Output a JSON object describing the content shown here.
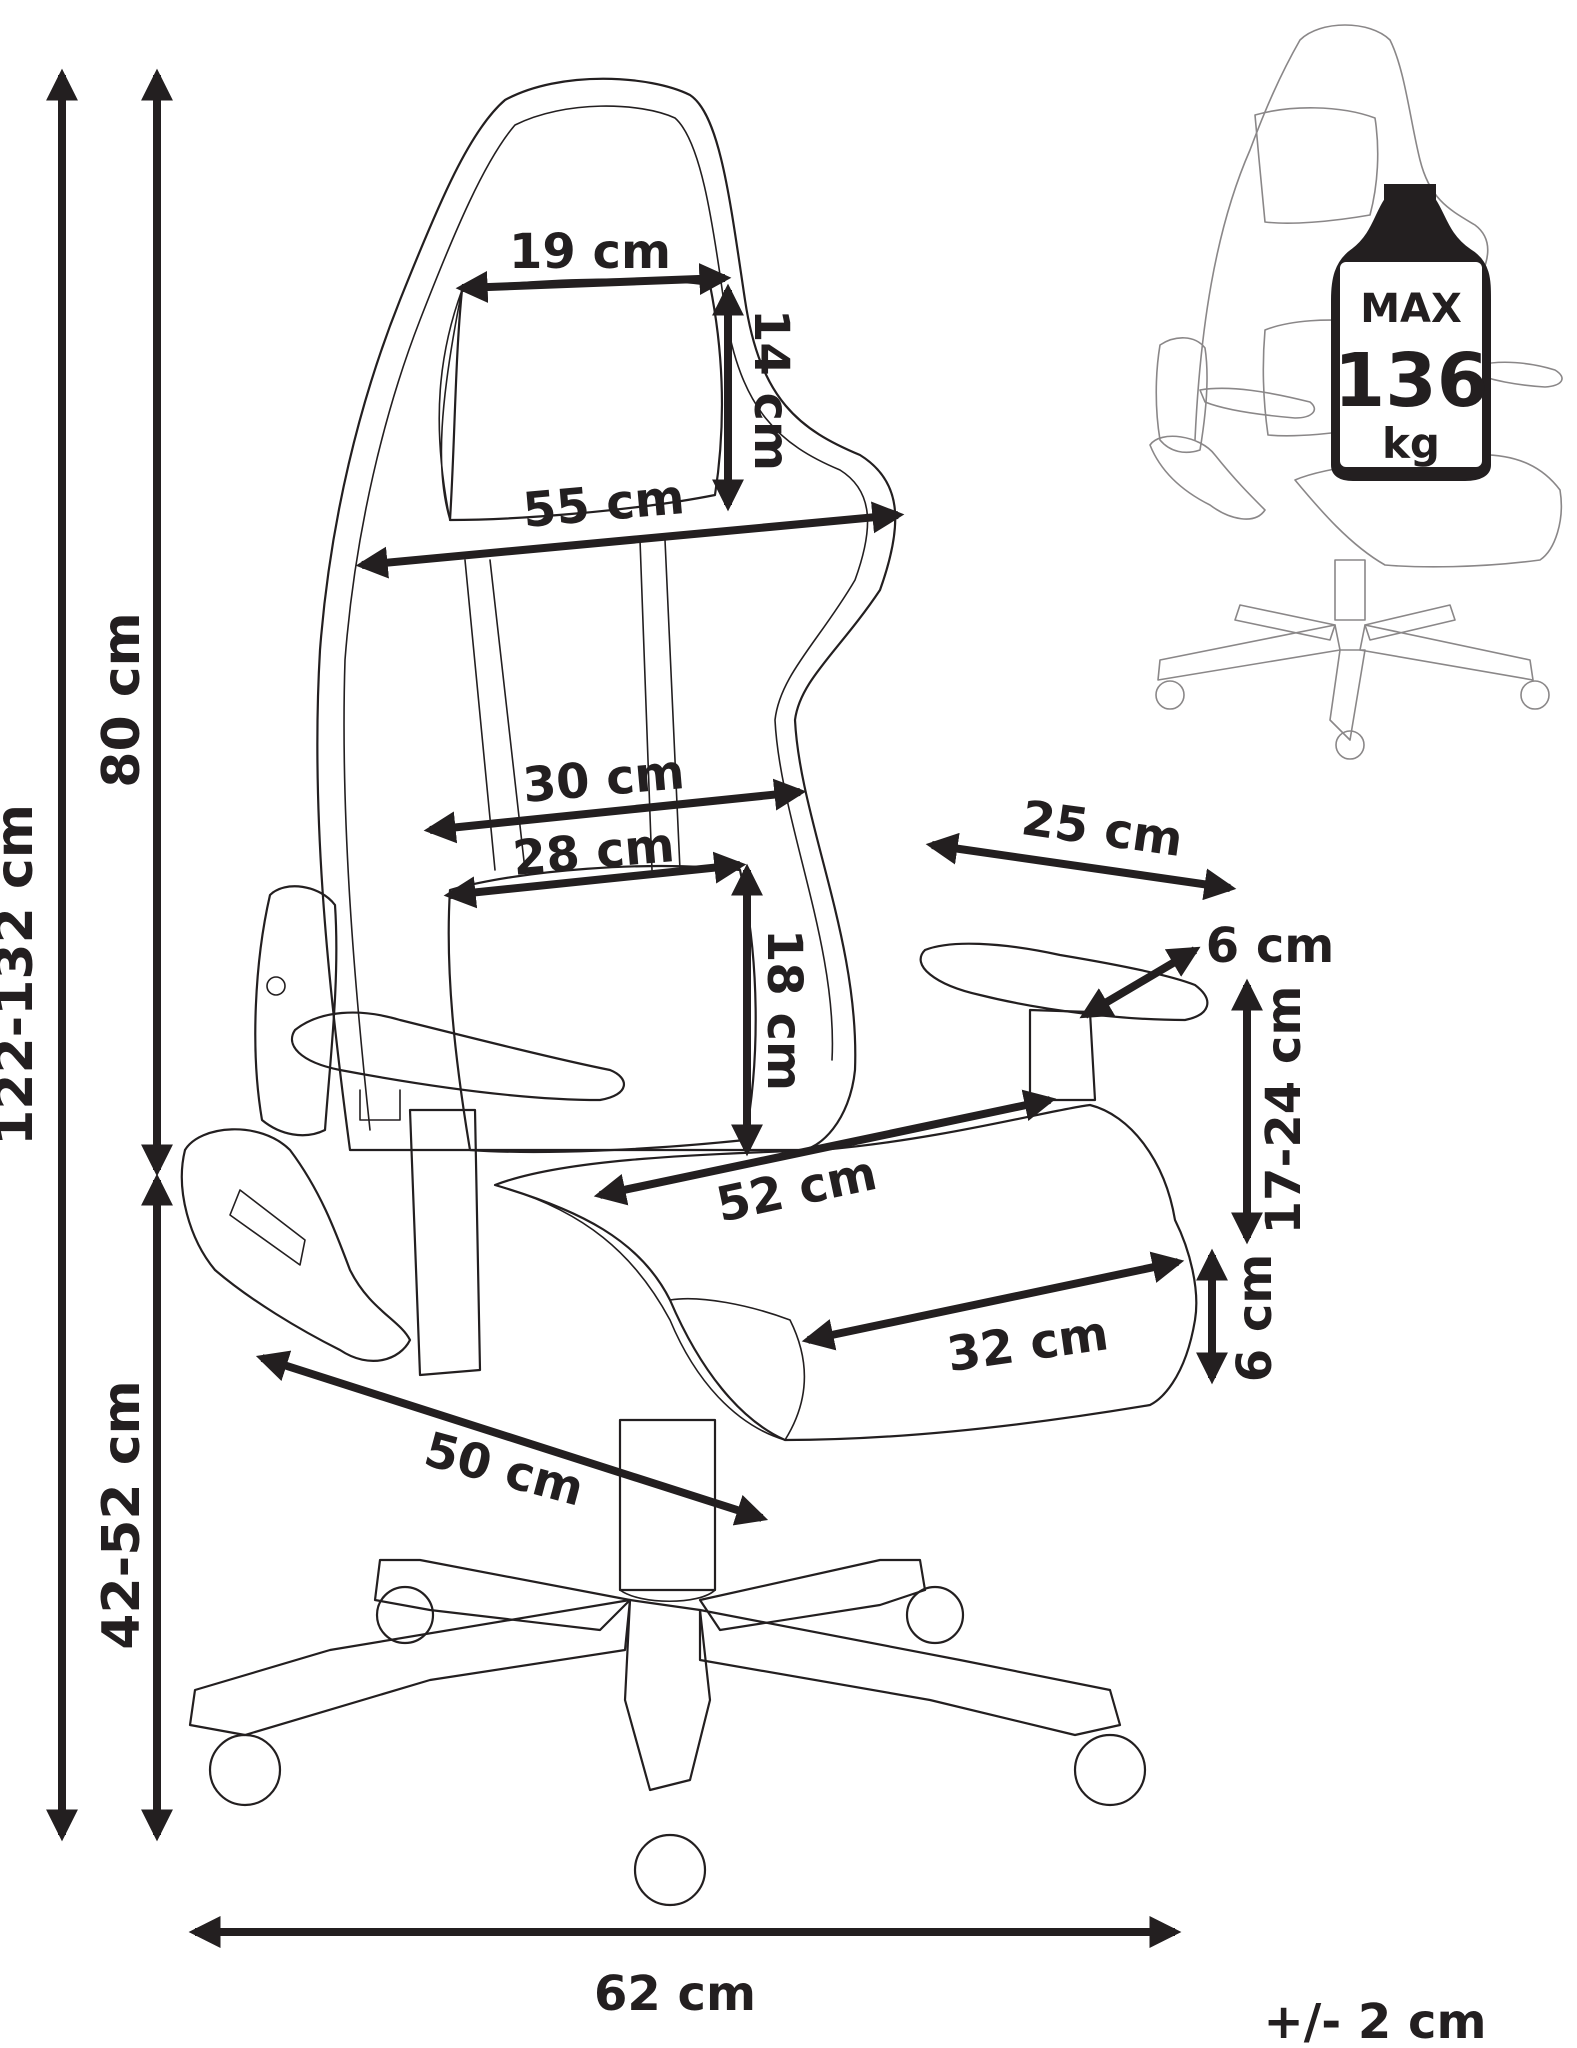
{
  "dimensions": {
    "total_height": "122-132 cm",
    "backrest_height": "80 cm",
    "seat_height": "42-52 cm",
    "pillow_width": "19 cm",
    "pillow_height": "14 cm",
    "backrest_width_top": "55 cm",
    "backrest_width_mid": "30 cm",
    "lumbar_width": "28 cm",
    "lumbar_height": "18 cm",
    "seat_depth": "52 cm",
    "seat_width": "32 cm",
    "seat_thickness": "6 cm",
    "armrest_length": "25 cm",
    "armrest_width": "6 cm",
    "armrest_height": "17-24 cm",
    "seat_overall_depth": "50 cm",
    "base_width": "62 cm",
    "tolerance": "+/- 2 cm"
  },
  "max_load": {
    "label": "MAX",
    "value": "136",
    "unit": "kg"
  },
  "colors": {
    "ink": "#231f20",
    "faint_ink": "#8a8788",
    "background": "#ffffff"
  }
}
